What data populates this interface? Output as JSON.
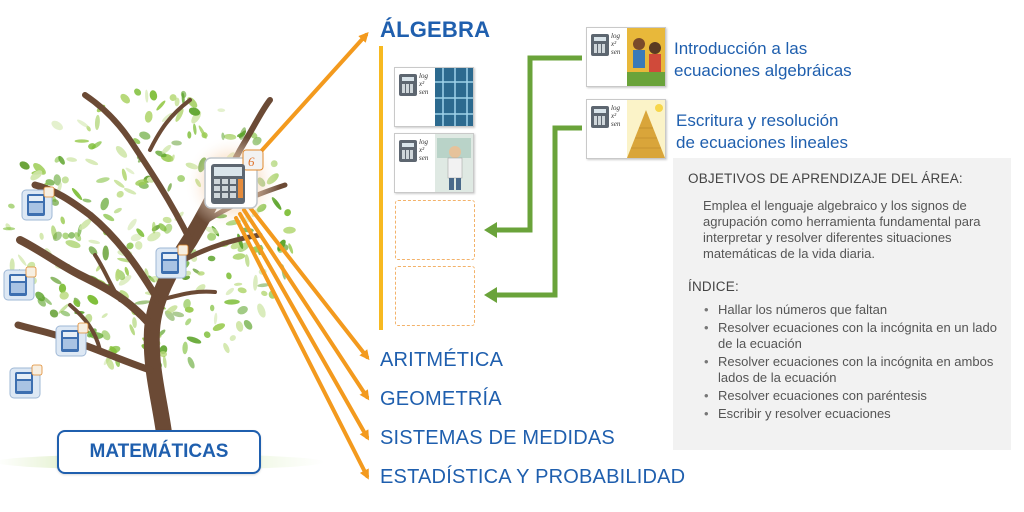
{
  "subject": {
    "label": "MATEMÁTICAS"
  },
  "areas": {
    "selected": "ÁLGEBRA",
    "others": [
      "ARITMÉTICA",
      "GEOMETRÍA",
      "SISTEMAS DE MEDIDAS",
      "ESTADÍSTICA Y PROBABILIDAD"
    ]
  },
  "lessons": [
    {
      "title_line1": "Introducción a las",
      "title_line2": "ecuaciones algebráicas"
    },
    {
      "title_line1": "Escritura y resolución",
      "title_line2": "de ecuaciones lineales"
    }
  ],
  "thumbnail_formula": {
    "line1": "log",
    "line2": "x²",
    "line3": "sen"
  },
  "info": {
    "objectives_heading": "OBJETIVOS DE APRENDIZAJE DEL ÁREA:",
    "objectives_lines": [
      "Emplea el lenguaje algebraico y los signos de",
      "agrupación como herramienta fundamental para",
      "interpretar y resolver diferentes situaciones",
      "matemáticas de la vida diaria."
    ],
    "index_heading": "ÍNDICE:",
    "index_items": [
      "Hallar los números que faltan",
      "Resolver ecuaciones con la incógnita en un lado de la ecuación",
      "Resolver ecuaciones con la incógnita en ambos lados de la ecuación",
      "Resolver ecuaciones con paréntesis",
      "Escribir y resolver ecuaciones"
    ]
  },
  "colors": {
    "primary_blue": "#1f5fae",
    "arrow_orange": "#f39a1e",
    "connector_green": "#6aa33a",
    "panel_gray": "#f2f2f2",
    "leaf_green": "#7fbf3a"
  },
  "icons": {
    "calculator": "calculator-icon",
    "arrow": "arrow-right-icon"
  }
}
